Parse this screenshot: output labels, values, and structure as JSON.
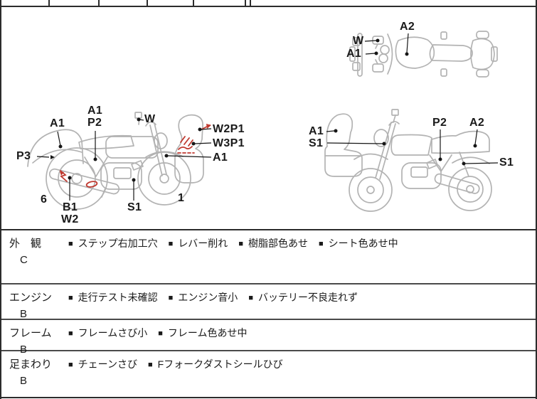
{
  "colors": {
    "line_art": "#b3b3b3",
    "ink": "#1a1a1a",
    "damage_red": "#c03a30",
    "border_dark": "#2c2c2c",
    "border_mid": "#4a4a4a"
  },
  "header_strip": {
    "cells": [
      "",
      "",
      "",
      "",
      "",
      "",
      ""
    ]
  },
  "diagrams": {
    "left_view": {
      "labels": [
        "A1",
        "A1",
        "P2",
        "W",
        "W2P1",
        "W3P1",
        "A1",
        "P3",
        "6",
        "B1",
        "W2",
        "S1",
        "1"
      ]
    },
    "right_view": {
      "labels": [
        "A1",
        "S1",
        "P2",
        "A2",
        "S1"
      ]
    },
    "top_view": {
      "labels": [
        "A2",
        "W",
        "A1"
      ]
    }
  },
  "condition": {
    "marker": "■",
    "rows": [
      {
        "category": "外　観",
        "grade": "C",
        "items": [
          "ステップ右加工穴",
          "レバー削れ",
          "樹脂部色あせ",
          "シート色あせ中"
        ]
      },
      {
        "category": "エンジン",
        "grade": "B",
        "items": [
          "走行テスト未確認",
          "エンジン音小",
          "バッテリー不良走れず"
        ]
      },
      {
        "category": "フレーム",
        "grade": "B",
        "items": [
          "フレームさび小",
          "フレーム色あせ中"
        ]
      },
      {
        "category": "足まわり",
        "grade": "B",
        "items": [
          "チェーンさび",
          "Fフォークダストシールひび"
        ]
      }
    ]
  }
}
